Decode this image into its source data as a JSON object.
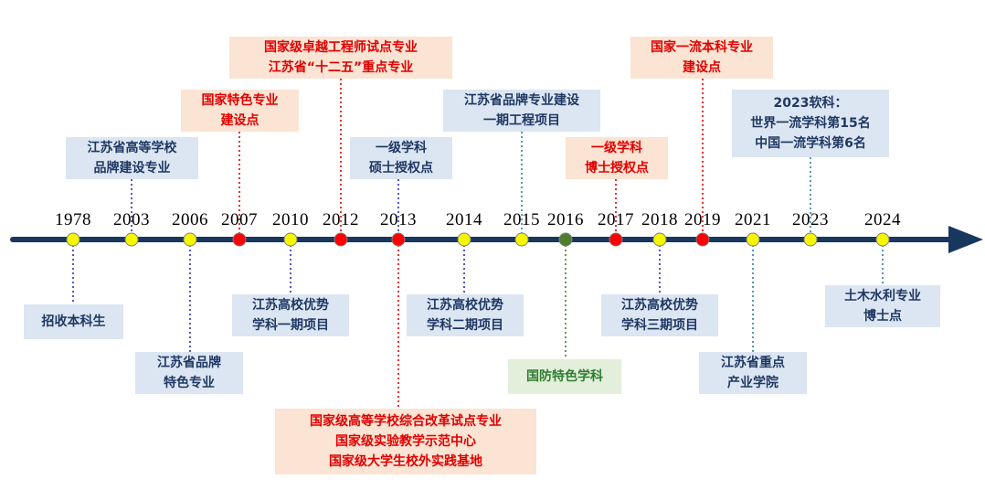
{
  "colors": {
    "axis": "#17375e",
    "dot_yellow": "#f6f600",
    "dot_red": "#ff0000",
    "dot_green": "#4e7d2e",
    "connector_blue": "#2e2eb8",
    "connector_red": "#e00000",
    "connector_teal": "#2f7f9f"
  },
  "years": [
    "1978",
    "2003",
    "2006",
    "2007",
    "2010",
    "2012",
    "2013",
    "2014",
    "2015",
    "2016",
    "2017",
    "2018",
    "2019",
    "2021",
    "2023",
    "2024"
  ],
  "events": [
    {
      "year": "1978",
      "dot": "yellow",
      "side": "below",
      "style": "blue",
      "connector": "blue",
      "lines": [
        "招收本科生"
      ]
    },
    {
      "year": "2003",
      "dot": "yellow",
      "side": "above",
      "style": "blue",
      "connector": "blue",
      "lines": [
        "江苏省高等学校",
        "品牌建设专业"
      ]
    },
    {
      "year": "2006",
      "dot": "yellow",
      "side": "below",
      "style": "blue",
      "connector": "blue",
      "lines": [
        "江苏省品牌",
        "特色专业"
      ]
    },
    {
      "year": "2007",
      "dot": "red",
      "side": "above",
      "style": "orange",
      "connector": "red",
      "lines": [
        "国家特色专业",
        "建设点"
      ]
    },
    {
      "year": "2010",
      "dot": "yellow",
      "side": "below",
      "style": "blue",
      "connector": "blue",
      "lines": [
        "江苏高校优势",
        "学科一期项目"
      ]
    },
    {
      "year": "2012",
      "dot": "red",
      "side": "above",
      "style": "orange",
      "connector": "red",
      "lines": [
        "国家级卓越工程师试点专业",
        "江苏省“十二五”重点专业"
      ]
    },
    {
      "year": "2013",
      "dot": "red",
      "side": "above",
      "style": "blue",
      "connector": "blue",
      "lines": [
        "一级学科",
        "硕士授权点"
      ]
    },
    {
      "year": "2013",
      "dot": "red",
      "side": "below",
      "style": "orange",
      "connector": "red",
      "lines": [
        "国家级高等学校综合改革试点专业",
        "国家级实验教学示范中心",
        "国家级大学生校外实践基地"
      ]
    },
    {
      "year": "2014",
      "dot": "yellow",
      "side": "below",
      "style": "blue",
      "connector": "blue",
      "lines": [
        "江苏高校优势",
        "学科二期项目"
      ]
    },
    {
      "year": "2015",
      "dot": "yellow",
      "side": "above",
      "style": "blue",
      "connector": "teal",
      "lines": [
        "江苏省品牌专业建设",
        "一期工程项目"
      ]
    },
    {
      "year": "2016",
      "dot": "green",
      "side": "below",
      "style": "green",
      "connector": "green",
      "lines": [
        "国防特色学科"
      ]
    },
    {
      "year": "2017",
      "dot": "red",
      "side": "above",
      "style": "orange",
      "connector": "red",
      "lines": [
        "一级学科",
        "博士授权点"
      ]
    },
    {
      "year": "2018",
      "dot": "yellow",
      "side": "below",
      "style": "blue",
      "connector": "blue",
      "lines": [
        "江苏高校优势",
        "学科三期项目"
      ]
    },
    {
      "year": "2019",
      "dot": "red",
      "side": "above",
      "style": "orange",
      "connector": "red",
      "lines": [
        "国家一流本科专业",
        "建设点"
      ]
    },
    {
      "year": "2021",
      "dot": "yellow",
      "side": "below",
      "style": "blue",
      "connector": "teal",
      "lines": [
        "江苏省重点",
        "产业学院"
      ]
    },
    {
      "year": "2023",
      "dot": "yellow",
      "side": "above",
      "style": "blue",
      "connector": "teal",
      "lines": [
        "2023软科：",
        "世界一流学科第15名",
        "中国一流学科第6名"
      ]
    },
    {
      "year": "2024",
      "dot": "yellow",
      "side": "below",
      "style": "blue",
      "connector": "teal",
      "lines": [
        "土木水利专业",
        "博士点"
      ]
    }
  ]
}
